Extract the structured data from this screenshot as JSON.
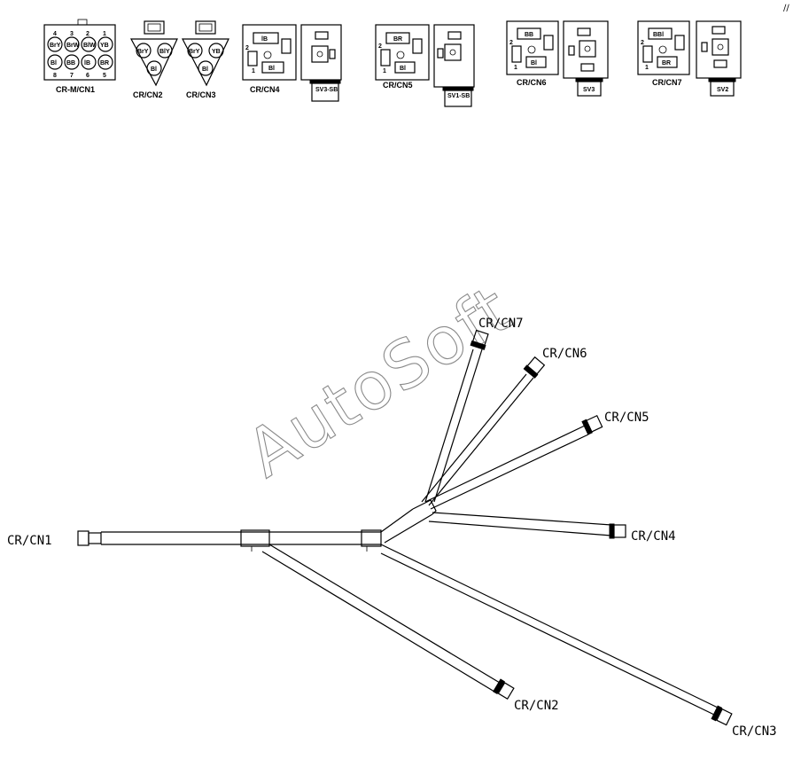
{
  "watermark": "AutoSoft",
  "corner_mark": "∕∕",
  "legend": {
    "cn1": {
      "label": "CR-M/CN1",
      "pin_numbers_top": [
        "4",
        "3",
        "2",
        "1"
      ],
      "pin_numbers_bottom": [
        "8",
        "7",
        "6",
        "5"
      ],
      "pin_colors_top": [
        "BrY",
        "BrW",
        "BlW",
        "YB"
      ],
      "pin_colors_bottom": [
        "Bl",
        "BB",
        "lB",
        "BR"
      ]
    },
    "cn2": {
      "label": "CR/CN2",
      "pins": [
        "BrY",
        "BlY",
        "Bl"
      ]
    },
    "cn3": {
      "label": "CR/CN3",
      "pins": [
        "BrY",
        "YB",
        "Bl"
      ]
    },
    "cn4": {
      "label": "CR/CN4",
      "pins": [
        "lB",
        "Bl"
      ],
      "numbers": [
        "2",
        "1"
      ],
      "valve": "SV3-SB"
    },
    "cn5": {
      "label": "CR/CN5",
      "pins": [
        "BR",
        "Bl"
      ],
      "numbers": [
        "2",
        "1"
      ],
      "valve": "SV1-SB"
    },
    "cn6": {
      "label": "CR/CN6",
      "pins": [
        "BB",
        "Bl"
      ],
      "numbers": [
        "2",
        "1"
      ],
      "valve": "SV3"
    },
    "cn7": {
      "label": "CR/CN7",
      "pins": [
        "BBl",
        "BR"
      ],
      "numbers": [
        "2",
        "1"
      ],
      "valve": "SV2"
    }
  },
  "harness": {
    "connectors": {
      "cn1": "CR/CN1",
      "cn2": "CR/CN2",
      "cn3": "CR/CN3",
      "cn4": "CR/CN4",
      "cn5": "CR/CN5",
      "cn6": "CR/CN6",
      "cn7": "CR/CN7"
    }
  }
}
